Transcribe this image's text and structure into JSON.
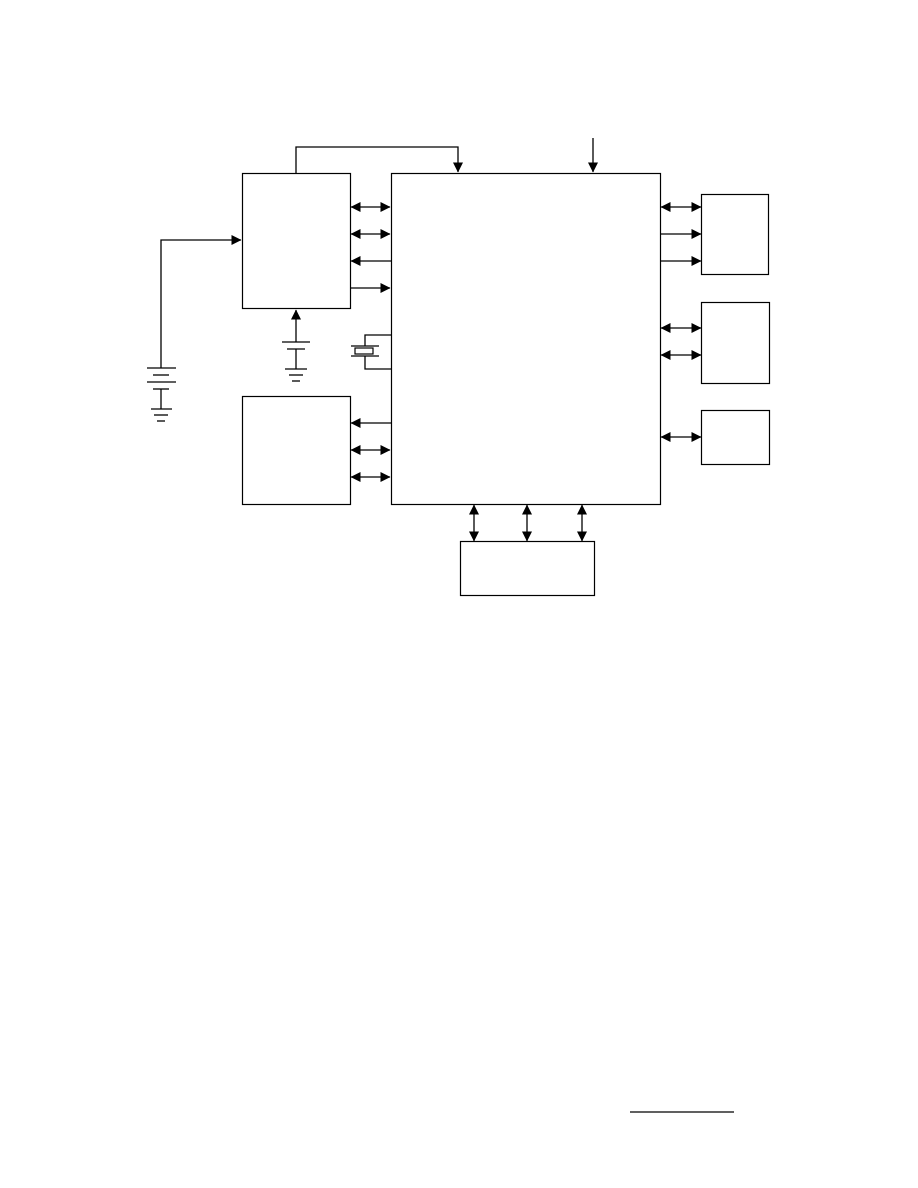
{
  "diagram": {
    "line_color": "#000000",
    "background": "#ffffff",
    "blocks": [
      {
        "id": "left-top-block",
        "label": ""
      },
      {
        "id": "left-bottom-block",
        "label": ""
      },
      {
        "id": "main-block",
        "label": ""
      },
      {
        "id": "right-top-block",
        "label": ""
      },
      {
        "id": "right-middle-block",
        "label": ""
      },
      {
        "id": "right-bottom-block",
        "label": ""
      },
      {
        "id": "bottom-block",
        "label": ""
      }
    ],
    "components": [
      "battery-symbol",
      "ground-symbol",
      "crystal-symbol"
    ]
  }
}
